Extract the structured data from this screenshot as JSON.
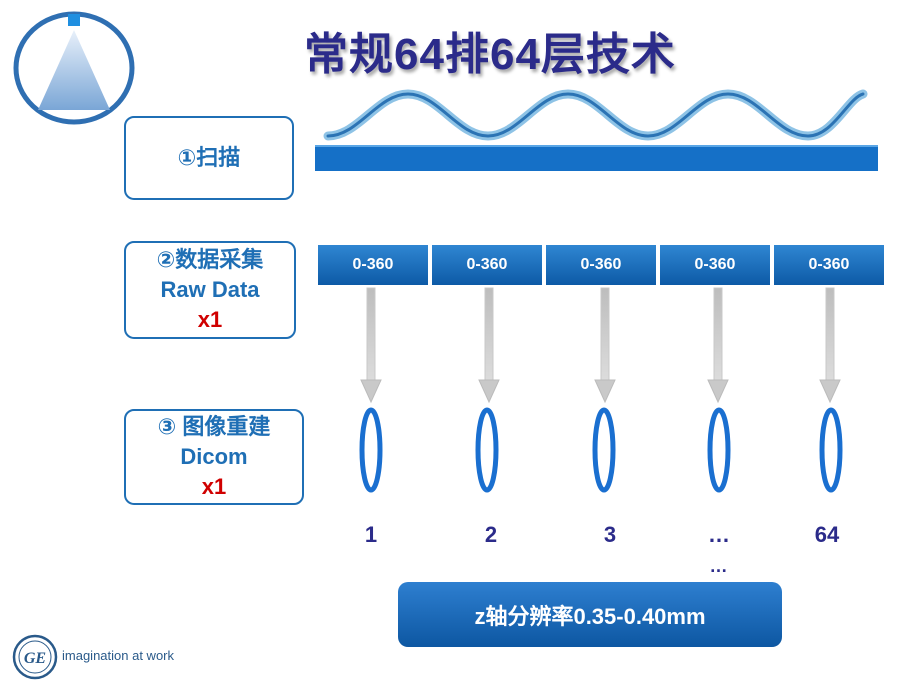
{
  "slide": {
    "title": "常规64排64层技术",
    "steps": [
      {
        "lines": [
          "①扫描"
        ],
        "red": ""
      },
      {
        "lines": [
          "②数据采集",
          "Raw Data"
        ],
        "red": "x1"
      },
      {
        "lines": [
          "③ 图像重建",
          "Dicom"
        ],
        "red": "x1"
      }
    ],
    "segments": [
      "0-360",
      "0-360",
      "0-360",
      "0-360",
      "0-360"
    ],
    "indices": [
      "1",
      "2",
      "3",
      "…",
      "64"
    ],
    "extra_dots": "…",
    "resolution_label": "z轴分辨率0.35-0.40mm",
    "brand_text": "imagination at work",
    "logo_letters": "GE"
  },
  "colors": {
    "title": "#2b2b8a",
    "accent_blue": "#1f6fb5",
    "bar_blue": "#1570c7",
    "red": "#d00000"
  }
}
